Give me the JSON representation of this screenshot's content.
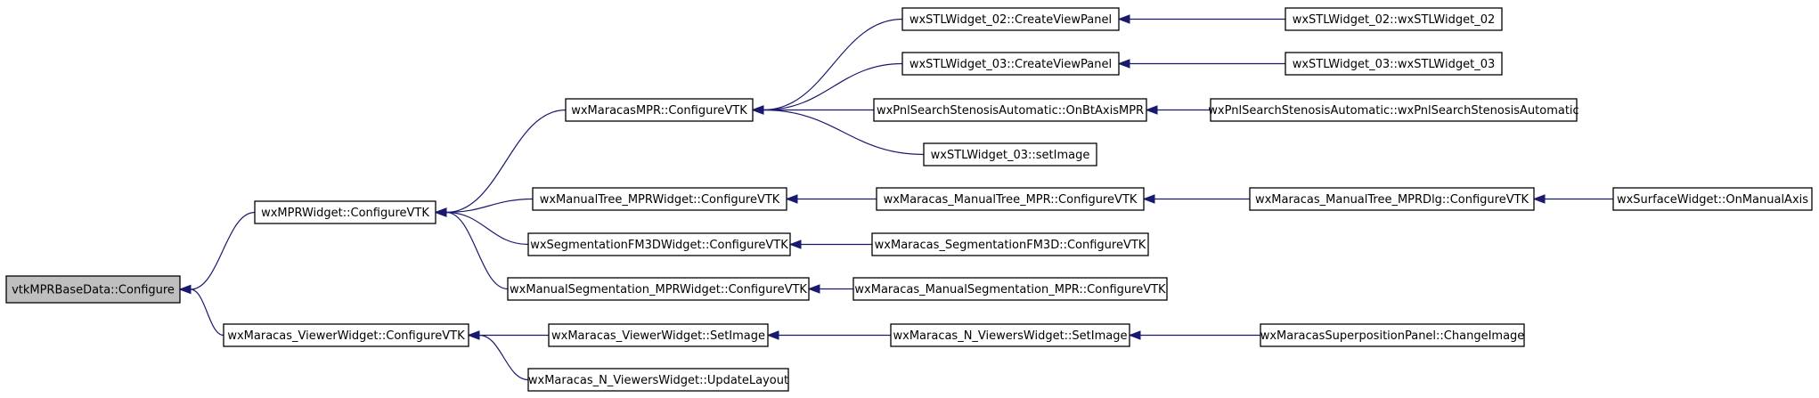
{
  "diagram": {
    "nodes": [
      {
        "id": "n0",
        "label": "vtkMPRBaseData::Configure",
        "root": true
      },
      {
        "id": "n1",
        "label": "wxMPRWidget::ConfigureVTK"
      },
      {
        "id": "n2",
        "label": "wxMaracas_ViewerWidget::ConfigureVTK"
      },
      {
        "id": "n3",
        "label": "wxMaracasMPR::ConfigureVTK"
      },
      {
        "id": "n4",
        "label": "wxManualTree_MPRWidget::ConfigureVTK"
      },
      {
        "id": "n5",
        "label": "wxSegmentationFM3DWidget::ConfigureVTK"
      },
      {
        "id": "n6",
        "label": "wxManualSegmentation_MPRWidget::ConfigureVTK"
      },
      {
        "id": "n7",
        "label": "wxMaracas_ViewerWidget::SetImage"
      },
      {
        "id": "n8",
        "label": "wxMaracas_N_ViewersWidget::UpdateLayout"
      },
      {
        "id": "n9",
        "label": "wxSTLWidget_02::CreateViewPanel"
      },
      {
        "id": "n10",
        "label": "wxSTLWidget_03::CreateViewPanel"
      },
      {
        "id": "n11",
        "label": "wxPnlSearchStenosisAutomatic::OnBtAxisMPR"
      },
      {
        "id": "n12",
        "label": "wxSTLWidget_03::setImage"
      },
      {
        "id": "n13",
        "label": "wxMaracas_ManualTree_MPR::ConfigureVTK"
      },
      {
        "id": "n14",
        "label": "wxMaracas_SegmentationFM3D::ConfigureVTK"
      },
      {
        "id": "n15",
        "label": "wxMaracas_ManualSegmentation_MPR::ConfigureVTK"
      },
      {
        "id": "n16",
        "label": "wxMaracas_N_ViewersWidget::SetImage"
      },
      {
        "id": "n17",
        "label": "wxSTLWidget_02::wxSTLWidget_02"
      },
      {
        "id": "n18",
        "label": "wxSTLWidget_03::wxSTLWidget_03"
      },
      {
        "id": "n19",
        "label": "wxPnlSearchStenosisAutomatic::wxPnlSearchStenosisAutomatic"
      },
      {
        "id": "n20",
        "label": "wxMaracas_ManualTree_MPRDlg::ConfigureVTK"
      },
      {
        "id": "n21",
        "label": "wxMaracasSuperpositionPanel::ChangeImage"
      },
      {
        "id": "n22",
        "label": "wxSurfaceWidget::OnManualAxis"
      }
    ],
    "edges": [
      {
        "from": "n1",
        "to": "n0"
      },
      {
        "from": "n2",
        "to": "n0"
      },
      {
        "from": "n3",
        "to": "n1"
      },
      {
        "from": "n4",
        "to": "n1"
      },
      {
        "from": "n5",
        "to": "n1"
      },
      {
        "from": "n6",
        "to": "n1"
      },
      {
        "from": "n7",
        "to": "n2"
      },
      {
        "from": "n8",
        "to": "n2"
      },
      {
        "from": "n9",
        "to": "n3"
      },
      {
        "from": "n10",
        "to": "n3"
      },
      {
        "from": "n11",
        "to": "n3"
      },
      {
        "from": "n12",
        "to": "n3"
      },
      {
        "from": "n13",
        "to": "n4"
      },
      {
        "from": "n14",
        "to": "n5"
      },
      {
        "from": "n15",
        "to": "n6"
      },
      {
        "from": "n16",
        "to": "n7"
      },
      {
        "from": "n17",
        "to": "n9"
      },
      {
        "from": "n18",
        "to": "n10"
      },
      {
        "from": "n19",
        "to": "n11"
      },
      {
        "from": "n20",
        "to": "n13"
      },
      {
        "from": "n21",
        "to": "n16"
      },
      {
        "from": "n22",
        "to": "n20"
      }
    ]
  }
}
